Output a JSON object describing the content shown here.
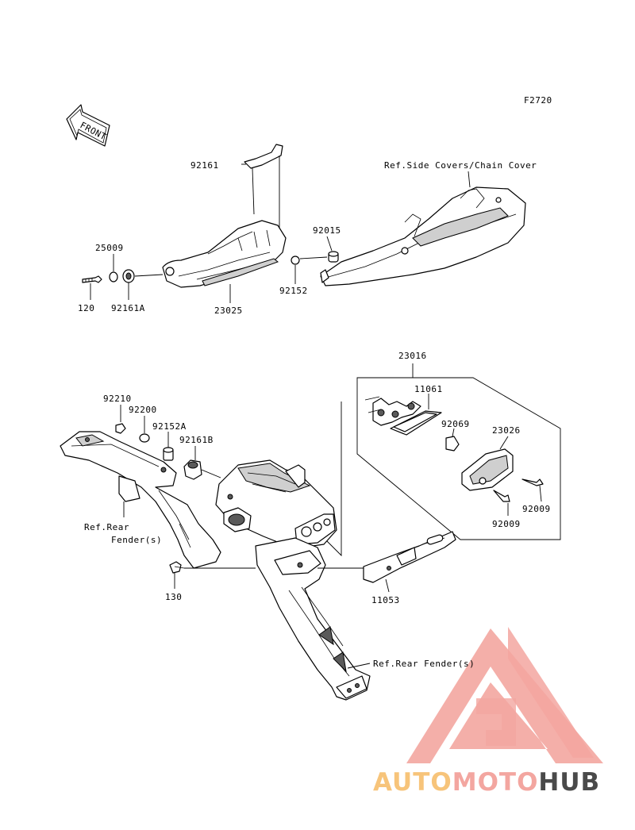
{
  "figure_code": "F2720",
  "front_arrow_text": "FRONT",
  "labels": {
    "p92161": "92161",
    "p25009": "25009",
    "p120": "120",
    "p92161A": "92161A",
    "p23025": "23025",
    "p92152": "92152",
    "p92015": "92015",
    "ref_side_covers": "Ref.Side Covers/Chain Cover",
    "p23016": "23016",
    "p11061": "11061",
    "p92069": "92069",
    "p23026": "23026",
    "p92009a": "92009",
    "p92009b": "92009",
    "p92210": "92210",
    "p92200": "92200",
    "p92152A": "92152A",
    "p92161B": "92161B",
    "ref_rear_fender_left_1": "Ref.Rear",
    "ref_rear_fender_left_2": "Fender(s)",
    "p130": "130",
    "p11053": "11053",
    "ref_rear_fender_bottom": "Ref.Rear Fender(s)"
  },
  "watermark": {
    "part1": "AUTO",
    "part2": "MOTO",
    "part3": "HUB",
    "color_primary": "#f3a6a0",
    "color_secondary": "#f7c47a",
    "color_dark": "#4a4a4a"
  }
}
